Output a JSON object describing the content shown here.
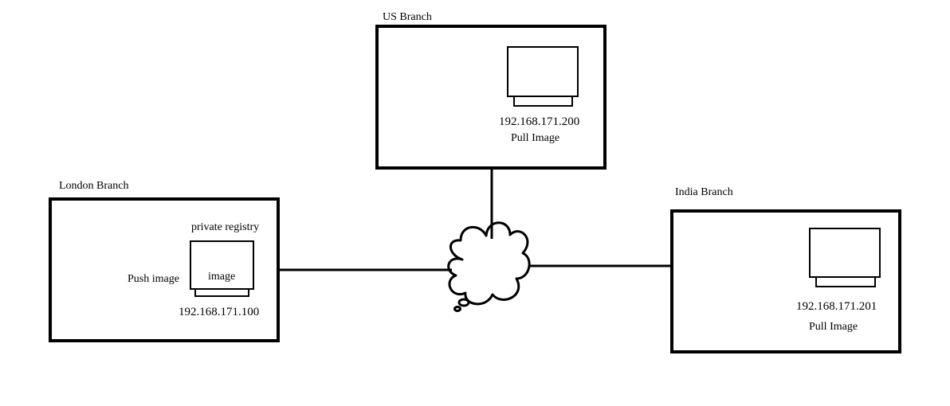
{
  "branches": {
    "us": {
      "title": "US Branch",
      "ip": "192.168.171.200",
      "action": "Pull Image"
    },
    "london": {
      "title": "London Branch",
      "registry_label": "private registry",
      "screen_label": "image",
      "action": "Push image",
      "ip": "192.168.171.100"
    },
    "india": {
      "title": "India Branch",
      "ip": "192.168.171.201",
      "action": "Pull Image"
    }
  },
  "network": {
    "icon": "cloud-icon"
  },
  "colors": {
    "stroke": "#000000",
    "background": "#ffffff"
  }
}
